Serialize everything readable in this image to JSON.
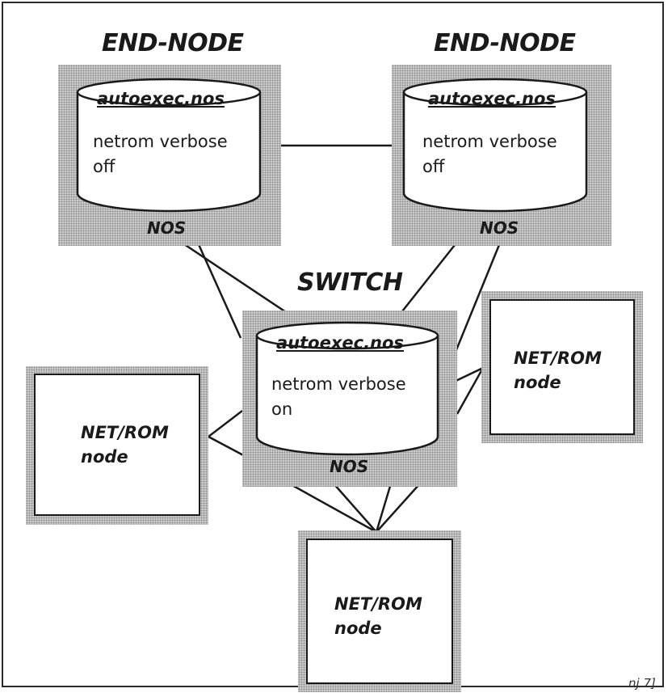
{
  "diagram": {
    "end_node_left": {
      "title": "END-NODE",
      "file": "autoexec.nos",
      "command_line1": "netrom verbose",
      "command_line2": "off",
      "footer": "NOS"
    },
    "end_node_right": {
      "title": "END-NODE",
      "file": "autoexec.nos",
      "command_line1": "netrom verbose",
      "command_line2": "off",
      "footer": "NOS"
    },
    "switch": {
      "title": "SWITCH",
      "file": "autoexec.nos",
      "command_line1": "netrom verbose",
      "command_line2": "on",
      "footer": "NOS"
    },
    "netrom_left": {
      "line1": "NET/ROM",
      "line2": "node"
    },
    "netrom_right": {
      "line1": "NET/ROM",
      "line2": "node"
    },
    "netrom_bottom": {
      "line1": "NET/ROM",
      "line2": "node"
    },
    "corner_tag": "nj 7]"
  }
}
